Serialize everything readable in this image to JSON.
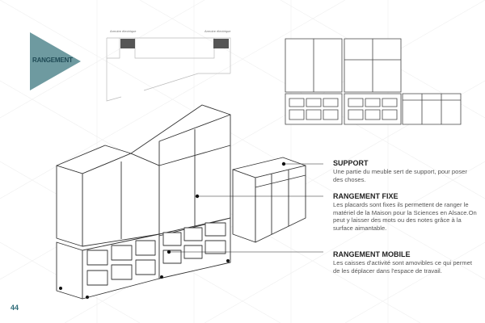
{
  "header": {
    "title": "RANGEMENT"
  },
  "plan": {
    "label_left": "Armoire électrique",
    "label_right": "Armoire électrique"
  },
  "sections": [
    {
      "title": "SUPPORT",
      "text": "Une partie du meuble sert de support, pour poser des choses."
    },
    {
      "title": "RANGEMENT FIXE",
      "text": "Les placards sont fixes ils permettent de ranger le matériel de la Maison pour la Sciences en Alsace.On peut y laisser des mots ou des notes grâce à la surface aimantable."
    },
    {
      "title": "RANGEMENT MOBILE",
      "text": "Les caisses d'activité sont amovibles ce qui permet de les déplacer dans l'espace de travail."
    }
  ],
  "page_number": "44",
  "colors": {
    "accent": "#6e9aa0",
    "accent_text": "#1f4a55",
    "page_number": "#2e6b78"
  }
}
